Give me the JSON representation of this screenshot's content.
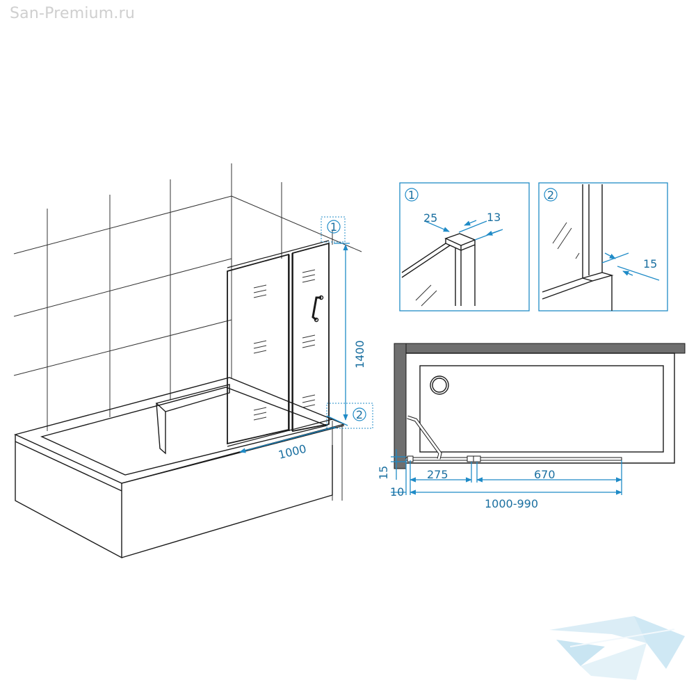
{
  "watermark": "San-Premium.ru",
  "colors": {
    "dimension": "#1a6fa0",
    "accent": "#1f8bc7",
    "line": "#1a1a1a",
    "wall": "#6f6f6f"
  },
  "perspective": {
    "height_label": "1400",
    "width_label": "1000",
    "callout_1": "1",
    "callout_2": "2"
  },
  "detail_1": {
    "marker": "1",
    "dim_a": "25",
    "dim_b": "13"
  },
  "detail_2": {
    "marker": "2",
    "dim_a": "15"
  },
  "plan": {
    "gap_label": "15",
    "offset_label": "10",
    "fixed_label": "275",
    "door_label": "670",
    "total_label": "1000-990"
  }
}
